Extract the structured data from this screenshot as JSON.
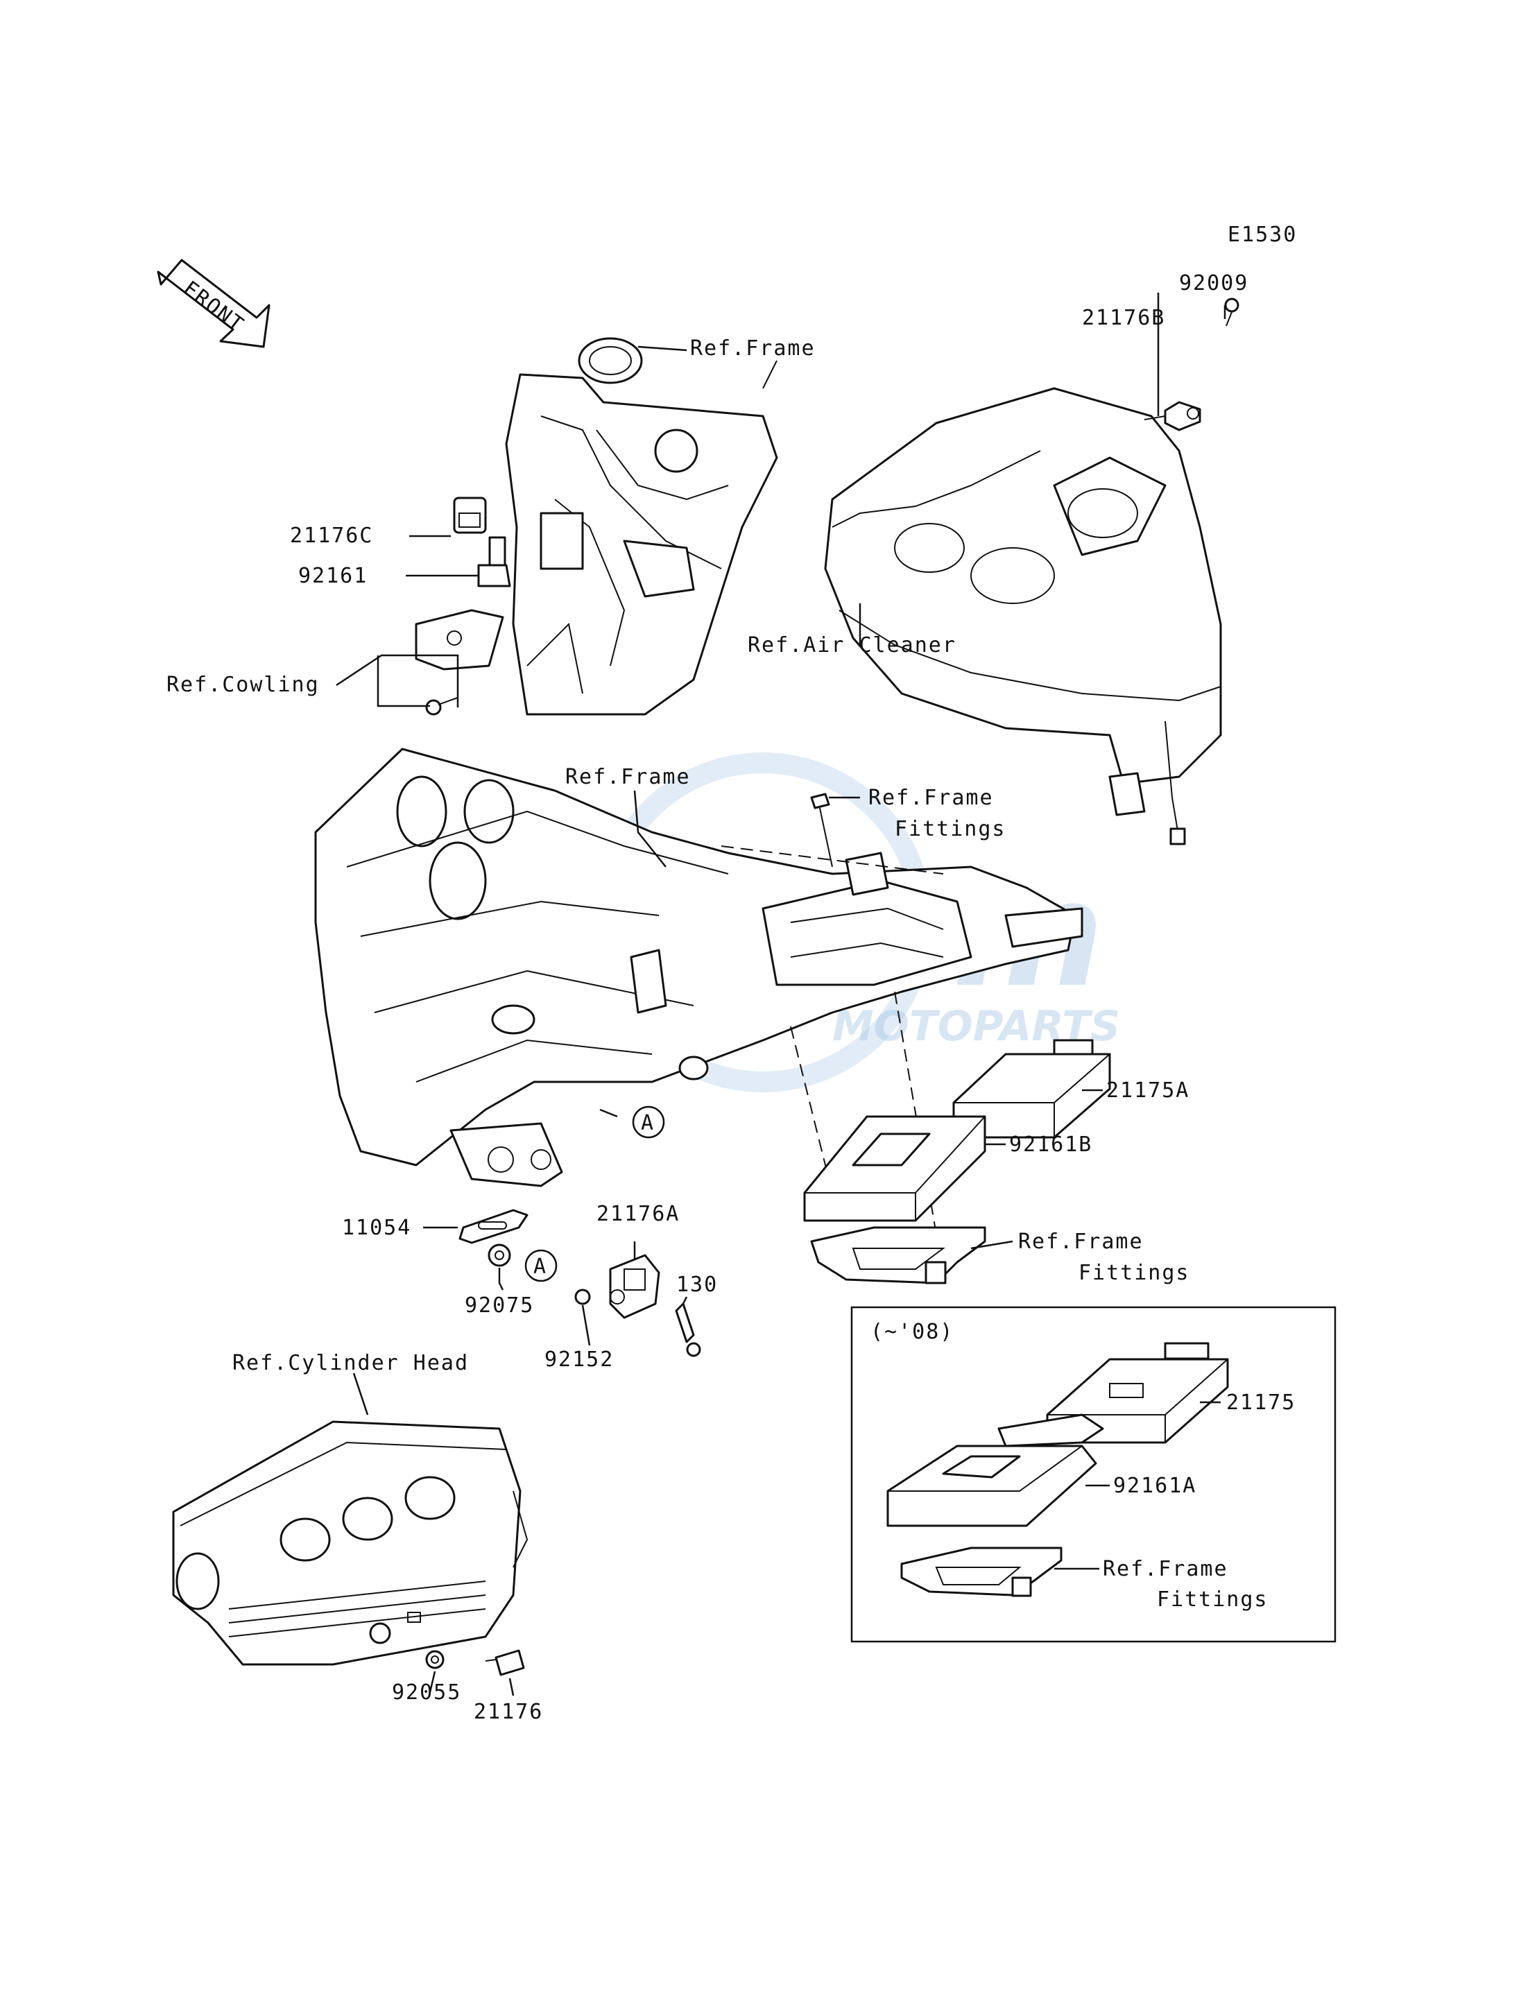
{
  "diagram_code": "E1530",
  "front_arrow_label": "FRONT",
  "inset_variant_label": "(~'08)",
  "watermark": {
    "brand": "Sim",
    "subtitle": "MOTOPARTS"
  },
  "callouts": {
    "ref_frame_top": "Ref.Frame",
    "ref_frame_mid": "Ref.Frame",
    "ref_air_cleaner": "Ref.Air Cleaner",
    "ref_cowling": "Ref.Cowling",
    "ref_frame_fittings_top_l1": "Ref.Frame",
    "ref_frame_fittings_top_l2": "Fittings",
    "ref_frame_fittings_mid_l1": "Ref.Frame",
    "ref_frame_fittings_mid_l2": "Fittings",
    "ref_frame_fittings_inset_l1": "Ref.Frame",
    "ref_frame_fittings_inset_l2": "Fittings",
    "ref_cylinder_head": "Ref.Cylinder Head"
  },
  "parts": {
    "p92009": "92009",
    "p21176B": "21176B",
    "p21176C": "21176C",
    "p92161": "92161",
    "p21175A": "21175A",
    "p92161B": "92161B",
    "p11054": "11054",
    "p21176A": "21176A",
    "p130": "130",
    "p92075": "92075",
    "p92152": "92152",
    "p21175": "21175",
    "p92161A": "92161A",
    "p92055": "92055",
    "p21176": "21176"
  },
  "markers": {
    "a1": "A",
    "a2": "A"
  }
}
